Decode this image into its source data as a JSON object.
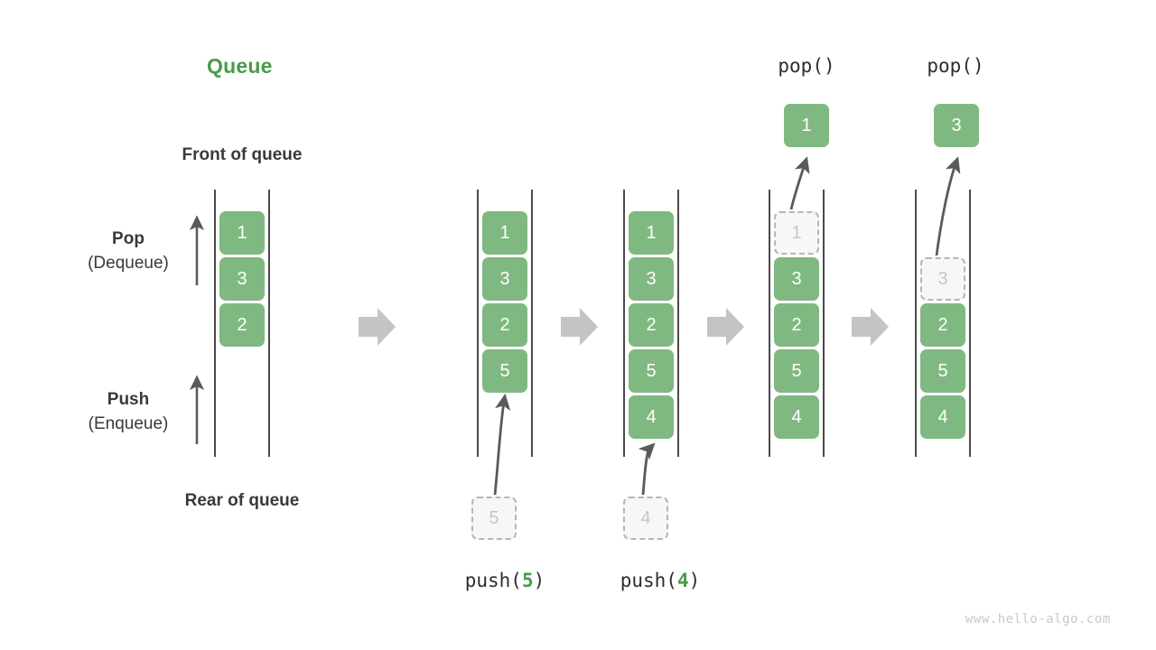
{
  "diagram": {
    "title": "Queue",
    "watermark": "www.hello-algo.com",
    "labels": {
      "front": "Front of queue",
      "rear": "Rear of queue",
      "pop_primary": "Pop",
      "pop_secondary": "(Dequeue)",
      "push_primary": "Push",
      "push_secondary": "(Enqueue)"
    },
    "colors": {
      "accent_green": "#4a9a4a",
      "cell_green": "#80b881",
      "ghost_border": "#b6b6b6",
      "ghost_fill": "#f7f7f7",
      "ghost_text": "#c6c6c6",
      "rail": "#4a4a4a",
      "arrow": "#5a5a5a",
      "step_arrow": "#c4c4c4",
      "text_dark": "#3a3a3a",
      "watermark": "#c9c9c9"
    },
    "ops": {
      "push_5_prefix": "push(",
      "push_5_value": "5",
      "push_5_suffix": ")",
      "push_4_prefix": "push(",
      "push_4_value": "4",
      "push_4_suffix": ")",
      "pop_1_label": "pop()",
      "pop_2_label": "pop()"
    },
    "panels": [
      {
        "id": "initial",
        "cells": [
          {
            "value": "1",
            "state": "filled"
          },
          {
            "value": "3",
            "state": "filled"
          },
          {
            "value": "2",
            "state": "filled"
          }
        ]
      },
      {
        "id": "after-push-5",
        "cells": [
          {
            "value": "1",
            "state": "filled"
          },
          {
            "value": "3",
            "state": "filled"
          },
          {
            "value": "2",
            "state": "filled"
          },
          {
            "value": "5",
            "state": "filled"
          }
        ],
        "incoming": {
          "value": "5",
          "state": "ghost"
        }
      },
      {
        "id": "after-push-4",
        "cells": [
          {
            "value": "1",
            "state": "filled"
          },
          {
            "value": "3",
            "state": "filled"
          },
          {
            "value": "2",
            "state": "filled"
          },
          {
            "value": "5",
            "state": "filled"
          },
          {
            "value": "4",
            "state": "filled"
          }
        ],
        "incoming": {
          "value": "4",
          "state": "ghost"
        }
      },
      {
        "id": "after-pop-1",
        "cells": [
          {
            "value": "1",
            "state": "ghost"
          },
          {
            "value": "3",
            "state": "filled"
          },
          {
            "value": "2",
            "state": "filled"
          },
          {
            "value": "5",
            "state": "filled"
          },
          {
            "value": "4",
            "state": "filled"
          }
        ],
        "outgoing": {
          "value": "1",
          "state": "filled"
        }
      },
      {
        "id": "after-pop-3",
        "cells": [
          {
            "value": "",
            "state": "empty"
          },
          {
            "value": "3",
            "state": "ghost"
          },
          {
            "value": "2",
            "state": "filled"
          },
          {
            "value": "5",
            "state": "filled"
          },
          {
            "value": "4",
            "state": "filled"
          }
        ],
        "outgoing": {
          "value": "3",
          "state": "filled"
        }
      }
    ]
  }
}
